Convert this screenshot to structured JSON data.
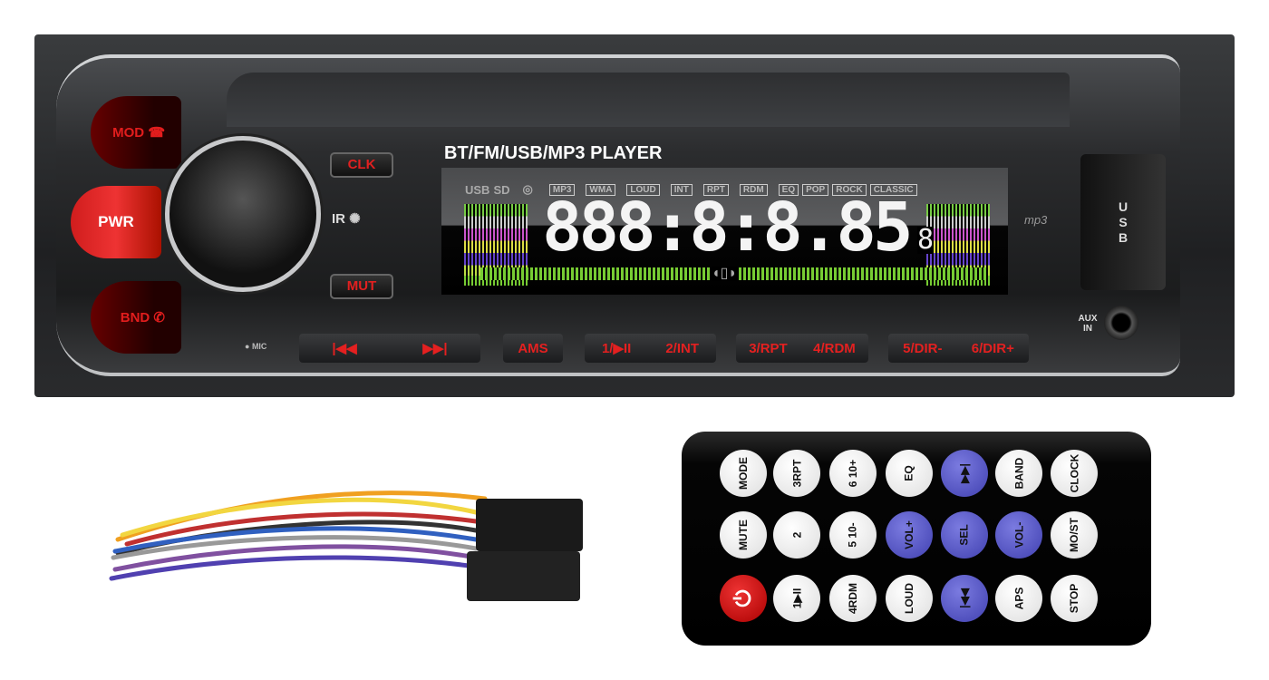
{
  "radio": {
    "left_buttons": [
      "MOD",
      "PWR",
      "BND"
    ],
    "clk": "CLK",
    "mut": "MUT",
    "ir": "IR",
    "title": "BT/FM/USB/MP3 PLAYER",
    "indicators": [
      "USB",
      "SD",
      "MP3",
      "WMA",
      "LOUD",
      "INT",
      "RPT",
      "RDM",
      "EQ",
      "POP",
      "ROCK",
      "CLASSIC"
    ],
    "digits": "888:8:8.85",
    "small_digit": "8",
    "mp3_logo": "mp3",
    "mic": "MIC",
    "bottom_buttons": [
      {
        "a": "|◀◀",
        "b": "▶▶|"
      },
      {
        "a": "AMS"
      },
      {
        "a": "1/▶II",
        "b": "2/INT"
      },
      {
        "a": "3/RPT",
        "b": "4/RDM"
      },
      {
        "a": "5/DIR-",
        "b": "6/DIR+"
      }
    ],
    "usb": "USB",
    "aux": "AUX IN"
  },
  "remote": {
    "buttons": [
      [
        "MODE",
        "3RPT",
        "6 10+",
        "EQ",
        "▶▶|",
        "BAND",
        "CLOCK"
      ],
      [
        "MUTE",
        "2",
        "5 10-",
        "VOL+",
        "SEL",
        "VOL-",
        "MO/ST"
      ],
      [
        "⏻",
        "1▶II",
        "4RDM",
        "LOUD",
        "|◀◀",
        "APS",
        "STOP"
      ]
    ],
    "colors": {
      "blue": "#4a4ac0",
      "red": "#d01818",
      "white": "#eeeeee"
    }
  }
}
